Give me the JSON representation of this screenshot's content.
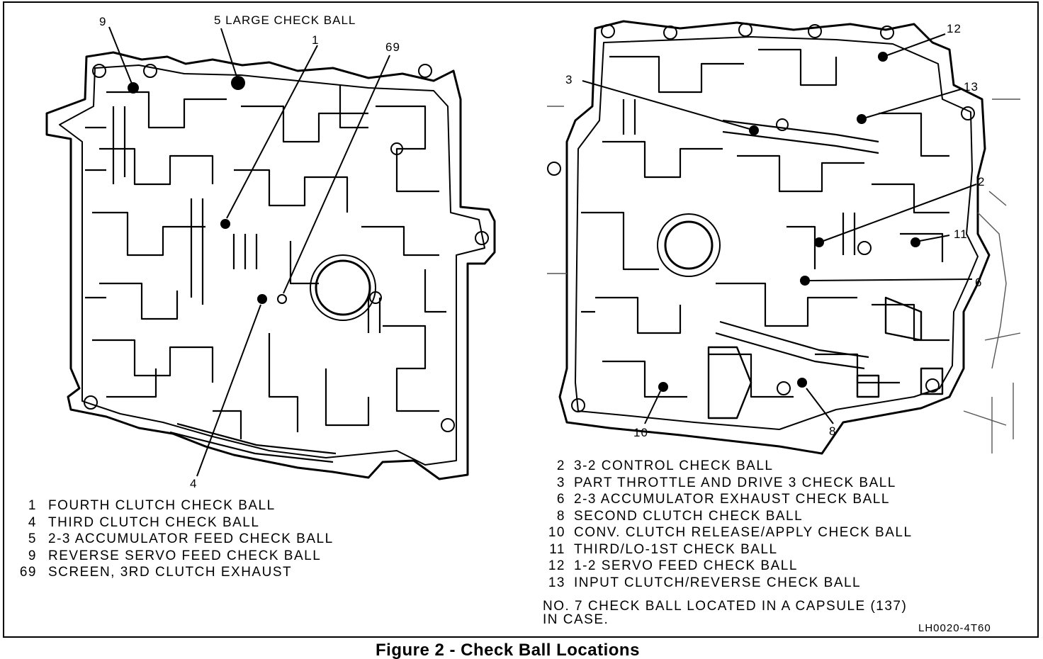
{
  "caption": "Figure 2 - Check Ball Locations",
  "figure_code": "LH0020-4T60",
  "left_callouts": {
    "c9": "9",
    "c5": "5 LARGE CHECK BALL",
    "c1": "1",
    "c69": "69",
    "c4": "4"
  },
  "right_callouts": {
    "c12": "12",
    "c3": "3",
    "c13": "13",
    "c2": "2",
    "c11": "11",
    "c6": "6",
    "c10": "10",
    "c8": "8"
  },
  "left_legend": [
    {
      "num": "1",
      "text": "FOURTH CLUTCH CHECK BALL"
    },
    {
      "num": "4",
      "text": "THIRD CLUTCH CHECK BALL"
    },
    {
      "num": "5",
      "text": "2-3 ACCUMULATOR FEED CHECK BALL"
    },
    {
      "num": "9",
      "text": "REVERSE SERVO FEED CHECK BALL"
    },
    {
      "num": "69",
      "text": "SCREEN, 3RD CLUTCH EXHAUST"
    }
  ],
  "right_legend": [
    {
      "num": "2",
      "text": "3-2 CONTROL CHECK BALL"
    },
    {
      "num": "3",
      "text": "PART THROTTLE AND DRIVE 3 CHECK BALL"
    },
    {
      "num": "6",
      "text": "2-3 ACCUMULATOR EXHAUST CHECK BALL"
    },
    {
      "num": "8",
      "text": "SECOND CLUTCH CHECK BALL"
    },
    {
      "num": "10",
      "text": "CONV. CLUTCH RELEASE/APPLY CHECK BALL"
    },
    {
      "num": "11",
      "text": "THIRD/LO-1ST CHECK BALL"
    },
    {
      "num": "12",
      "text": "1-2 SERVO FEED CHECK BALL"
    },
    {
      "num": "13",
      "text": "INPUT CLUTCH/REVERSE CHECK BALL"
    }
  ],
  "note": {
    "line1": "NO. 7 CHECK BALL LOCATED IN A CAPSULE (137)",
    "line2": "IN CASE."
  }
}
